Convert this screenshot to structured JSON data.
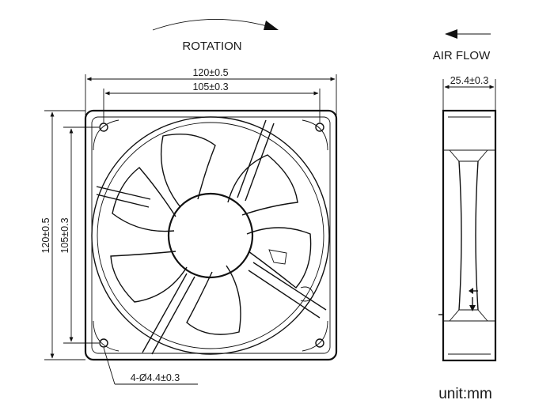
{
  "labels": {
    "rotation": "ROTATION",
    "air_flow": "AIR FLOW",
    "unit": "unit:mm"
  },
  "dimensions": {
    "outer_width": "120±0.5",
    "hole_spacing_width": "105±0.3",
    "outer_height": "120±0.5",
    "hole_spacing_height": "105±0.3",
    "depth": "25.4±0.3",
    "mounting_holes": "4-Ø4.4±0.3"
  },
  "colors": {
    "line": "#111111",
    "background": "#ffffff"
  }
}
